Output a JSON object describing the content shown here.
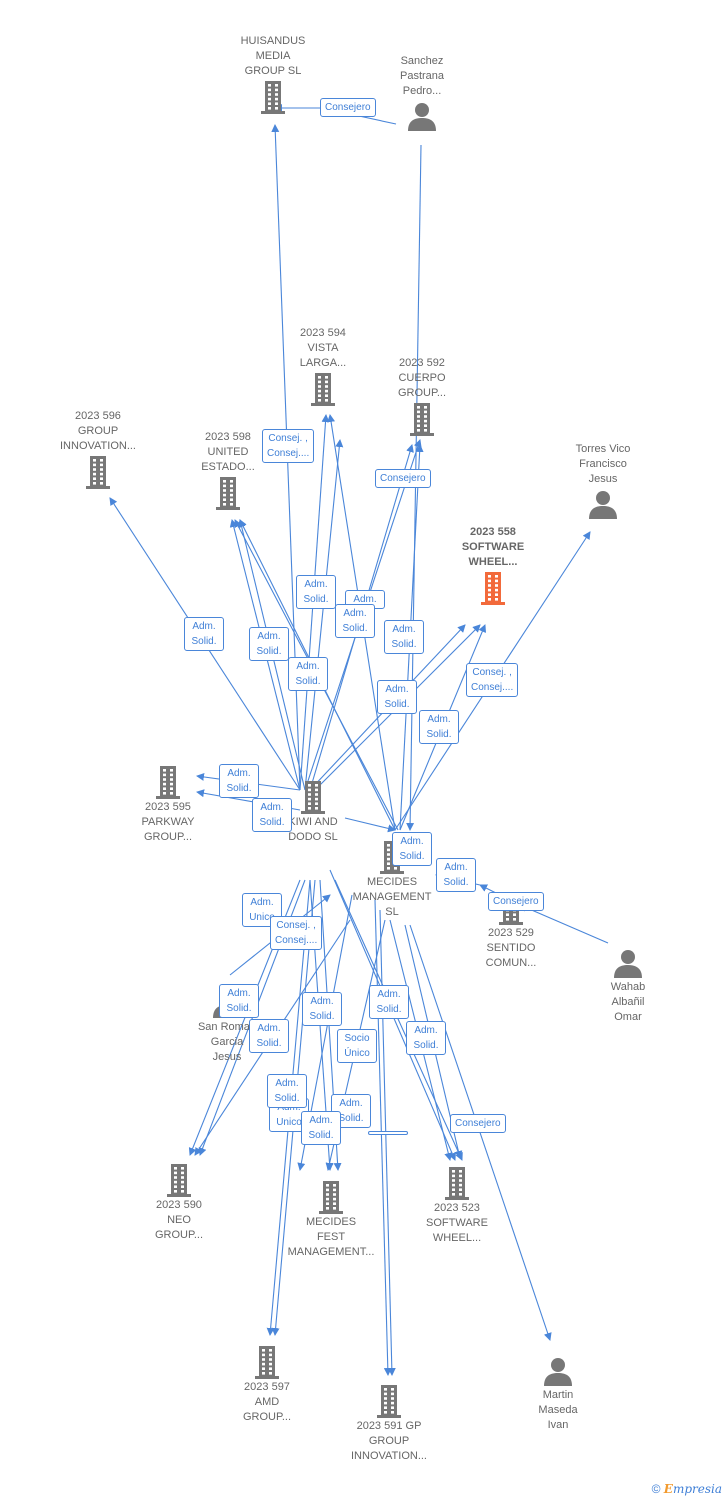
{
  "nodes": {
    "huisandus": {
      "label": "HUISANDUS\nMEDIA\nGROUP  SL",
      "kind": "company"
    },
    "sanchez": {
      "label": "Sanchez\nPastrana\nPedro...",
      "kind": "person"
    },
    "vista": {
      "label": "2023 594\nVISTA\nLARGA...",
      "kind": "company"
    },
    "cuerpo": {
      "label": "2023 592\nCUERPO\nGROUP...",
      "kind": "company"
    },
    "innov596": {
      "label": "2023 596\nGROUP\nINNOVATION...",
      "kind": "company"
    },
    "united": {
      "label": "2023 598\nUNITED\nESTADO...",
      "kind": "company"
    },
    "torres": {
      "label": "Torres Vico\nFrancisco\nJesus",
      "kind": "person"
    },
    "sw558": {
      "label": "2023 558\nSOFTWARE\nWHEEL...",
      "kind": "company",
      "highlight": true
    },
    "parkway": {
      "label": "2023 595\nPARKWAY\nGROUP...",
      "kind": "company"
    },
    "kiwi": {
      "label": "KIWI AND\nDODO  SL",
      "kind": "company"
    },
    "mecides": {
      "label": "MECIDES\nMANAGEMENT\nSL",
      "kind": "company"
    },
    "sentido": {
      "label": "2023 529\nSENTIDO\nCOMUN...",
      "kind": "company"
    },
    "wahab": {
      "label": "Wahab\nAlbañil\nOmar",
      "kind": "person"
    },
    "sanroman": {
      "label": "San Roman\nGarcia\nJesus",
      "kind": "person"
    },
    "neo": {
      "label": "2023 590\nNEO\nGROUP...",
      "kind": "company"
    },
    "fest": {
      "label": "MECIDES\nFEST\nMANAGEMENT...",
      "kind": "company"
    },
    "sw523": {
      "label": "2023 523\nSOFTWARE\nWHEEL...",
      "kind": "company"
    },
    "amd": {
      "label": "2023 597\nAMD\nGROUP...",
      "kind": "company"
    },
    "gp591": {
      "label": "2023 591 GP\nGROUP\nINNOVATION...",
      "kind": "company"
    },
    "martin": {
      "label": "Martin\nMaseda\nIvan",
      "kind": "person"
    }
  },
  "badges": [
    "Consejero",
    "Consej. ,\nConsej....",
    "Consejero",
    "Adm.\nSolid.",
    "Adm.\nSolid.",
    "Adm.\nSolid.",
    "Adm.",
    "Adm.\nSolid.",
    "Adm.\nSolid.",
    "Adm.\nSolid.",
    "Consej. ,\nConsej....",
    "Adm.\nSolid.",
    "Adm.\nSolid.",
    "Adm.\nSolid.",
    "Adm.\nSolid.",
    "Adm.\nSolid.",
    "Adm.\nUnico",
    "Consejero",
    "Consej. ,\nConsej....",
    "Adm.\nSolid.",
    "Adm.\nSolid.",
    "Adm.\nSolid.",
    "Adm.\nSolid.",
    "Socio\nÚnico",
    "Adm.\nSolid.",
    "Adm.\nSolid.",
    "Adm.\nUnico",
    "Adm.\nSolid.",
    "Adm.\nSolid.",
    "Adm.\nSolid.",
    "Consejero"
  ],
  "colors": {
    "edge": "#4a86d9",
    "icon": "#777777",
    "highlight": "#f26a3b"
  },
  "footer": {
    "copyright": "©",
    "brand_e": "E",
    "brand_rest": "mpresia"
  }
}
